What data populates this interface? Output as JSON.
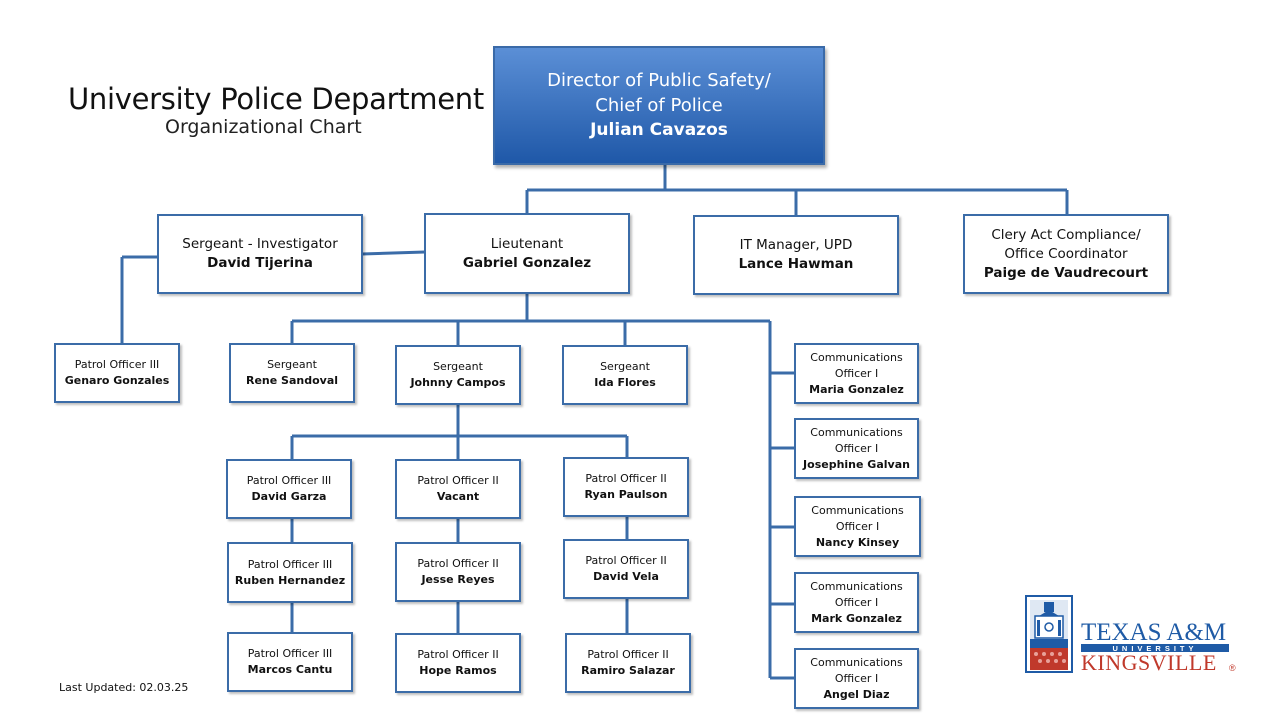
{
  "header": {
    "title": "University Police Department",
    "subtitle": "Organizational Chart"
  },
  "director": {
    "role_line1": "Director of Public Safety/",
    "role_line2": "Chief of Police",
    "name": "Julian Cavazos"
  },
  "level2": {
    "investigator": {
      "role": "Sergeant - Investigator",
      "name": "David Tijerina"
    },
    "lieutenant": {
      "role": "Lieutenant",
      "name": "Gabriel Gonzalez"
    },
    "it_manager": {
      "role": "IT Manager, UPD",
      "name": "Lance Hawman"
    },
    "clery": {
      "role_line1": "Clery Act Compliance/",
      "role_line2": "Office Coordinator",
      "name": "Paige de Vaudrecourt"
    }
  },
  "investigator_report": {
    "role": "Patrol Officer III",
    "name": "Genaro Gonzales"
  },
  "sergeants": [
    {
      "role": "Sergeant",
      "name": "Rene Sandoval"
    },
    {
      "role": "Sergeant",
      "name": "Johnny Campos"
    },
    {
      "role": "Sergeant",
      "name": "Ida Flores"
    }
  ],
  "patrol_columns": [
    [
      {
        "role": "Patrol Officer III",
        "name": "David  Garza"
      },
      {
        "role": "Patrol Officer III",
        "name": "Ruben Hernandez"
      },
      {
        "role": "Patrol Officer III",
        "name": "Marcos  Cantu"
      }
    ],
    [
      {
        "role": "Patrol Officer II",
        "name": "Vacant"
      },
      {
        "role": "Patrol Officer II",
        "name": "Jesse Reyes"
      },
      {
        "role": "Patrol Officer II",
        "name": "Hope Ramos"
      }
    ],
    [
      {
        "role": "Patrol Officer II",
        "name": "Ryan Paulson"
      },
      {
        "role": "Patrol Officer II",
        "name": "David  Vela"
      },
      {
        "role": "Patrol Officer II",
        "name": "Ramiro Salazar"
      }
    ]
  ],
  "communications": [
    {
      "role_line1": "Communications",
      "role_line2": "Officer I",
      "name": "Maria  Gonzalez"
    },
    {
      "role_line1": "Communications",
      "role_line2": "Officer I",
      "name": "Josephine Galvan"
    },
    {
      "role_line1": "Communications",
      "role_line2": "Officer I",
      "name": "Nancy Kinsey"
    },
    {
      "role_line1": "Communications",
      "role_line2": "Officer I",
      "name": "Mark Gonzalez"
    },
    {
      "role_line1": "Communications",
      "role_line2": "Officer I",
      "name": "Angel Diaz"
    }
  ],
  "footer": {
    "last_updated": "Last Updated: 02.03.25"
  },
  "logo": {
    "line1": "TEXAS A&M",
    "line2": "UNIVERSITY",
    "line3": "KINGSVILLE",
    "mark": "®"
  },
  "colors": {
    "box_border": "#3b6ca8",
    "director_fill_top": "#5b8fd6",
    "director_fill_bottom": "#1f58a8",
    "logo_blue": "#1f5ba6",
    "logo_red": "#c0392b"
  }
}
